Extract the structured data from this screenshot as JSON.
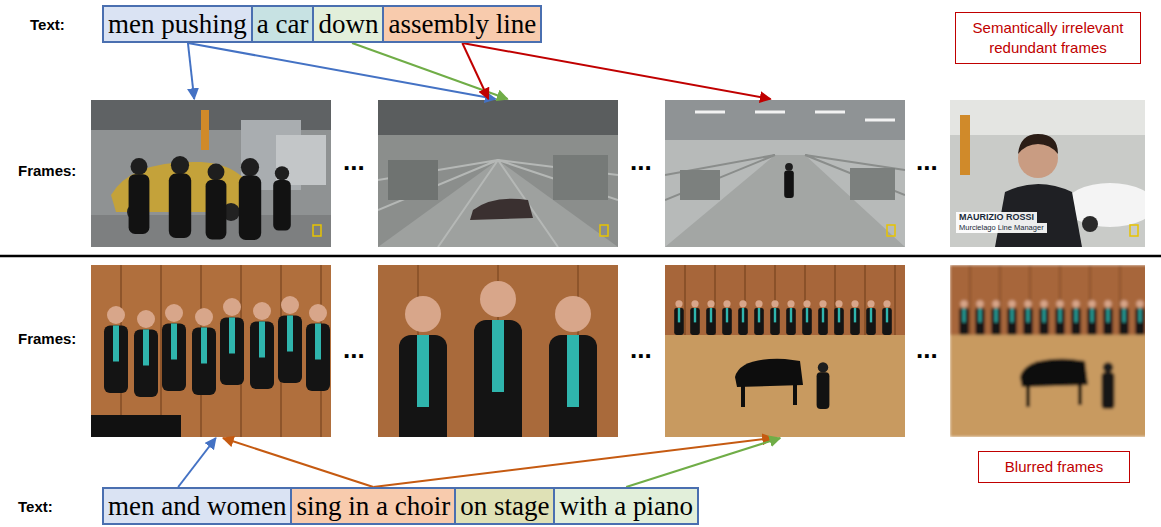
{
  "diagram": {
    "nodes": [
      {
        "text": [
          "men pushing"
        ]
      },
      {
        "text": [
          "a car"
        ]
      },
      {
        "text": [
          "down"
        ]
      },
      {
        "text": [
          "assembly line"
        ]
      },
      {
        "text": [
          "Semantically irrelevant redundant frames"
        ]
      },
      {
        "text": []
      },
      {
        "text": []
      },
      {
        "text": []
      },
      {
        "text": [
          "MAURIZIO ROSSI",
          "Murcielago Line Manager"
        ]
      },
      {
        "text": []
      },
      {
        "text": []
      },
      {
        "text": []
      },
      {
        "text": []
      },
      {
        "text": [
          "Blurred frames"
        ]
      },
      {
        "text": [
          "men and women"
        ]
      },
      {
        "text": [
          "sing in a choir"
        ]
      },
      {
        "text": [
          "on stage"
        ]
      },
      {
        "text": [
          "with a piano"
        ]
      }
    ],
    "edges": [
      {
        "from": 0,
        "to": 5,
        "arrow": "to"
      },
      {
        "from": 0,
        "to": 6,
        "arrow": "to"
      },
      {
        "from": 2,
        "to": 6,
        "arrow": "to"
      },
      {
        "from": 3,
        "to": 6,
        "arrow": "to"
      },
      {
        "from": 3,
        "to": 7,
        "arrow": "to"
      },
      {
        "from": 14,
        "to": 9,
        "arrow": "to"
      },
      {
        "from": 15,
        "to": 9,
        "arrow": "to"
      },
      {
        "from": 15,
        "to": 11,
        "arrow": "to"
      },
      {
        "from": 17,
        "to": 11,
        "arrow": "to"
      }
    ],
    "labels": [
      "Text:",
      "Frames:",
      "...",
      "...",
      "...",
      "Frames:",
      "...",
      "...",
      "...",
      "Text:"
    ]
  }
}
